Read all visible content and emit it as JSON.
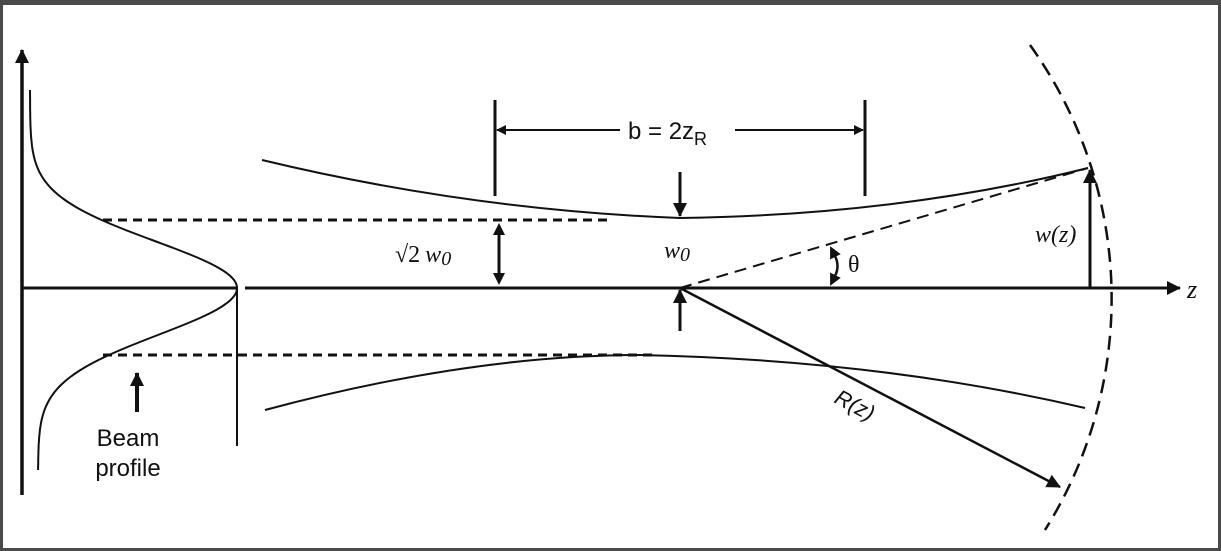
{
  "labels": {
    "b_eq": "b = 2z",
    "b_sub": "R",
    "sqrt2": "√2",
    "w0_a": "w",
    "w0_sub": "0",
    "w0_b": "w",
    "theta": "θ",
    "wz": "w(z)",
    "rz": "R(z)",
    "z": "z",
    "beam": "Beam",
    "profile": "profile"
  }
}
